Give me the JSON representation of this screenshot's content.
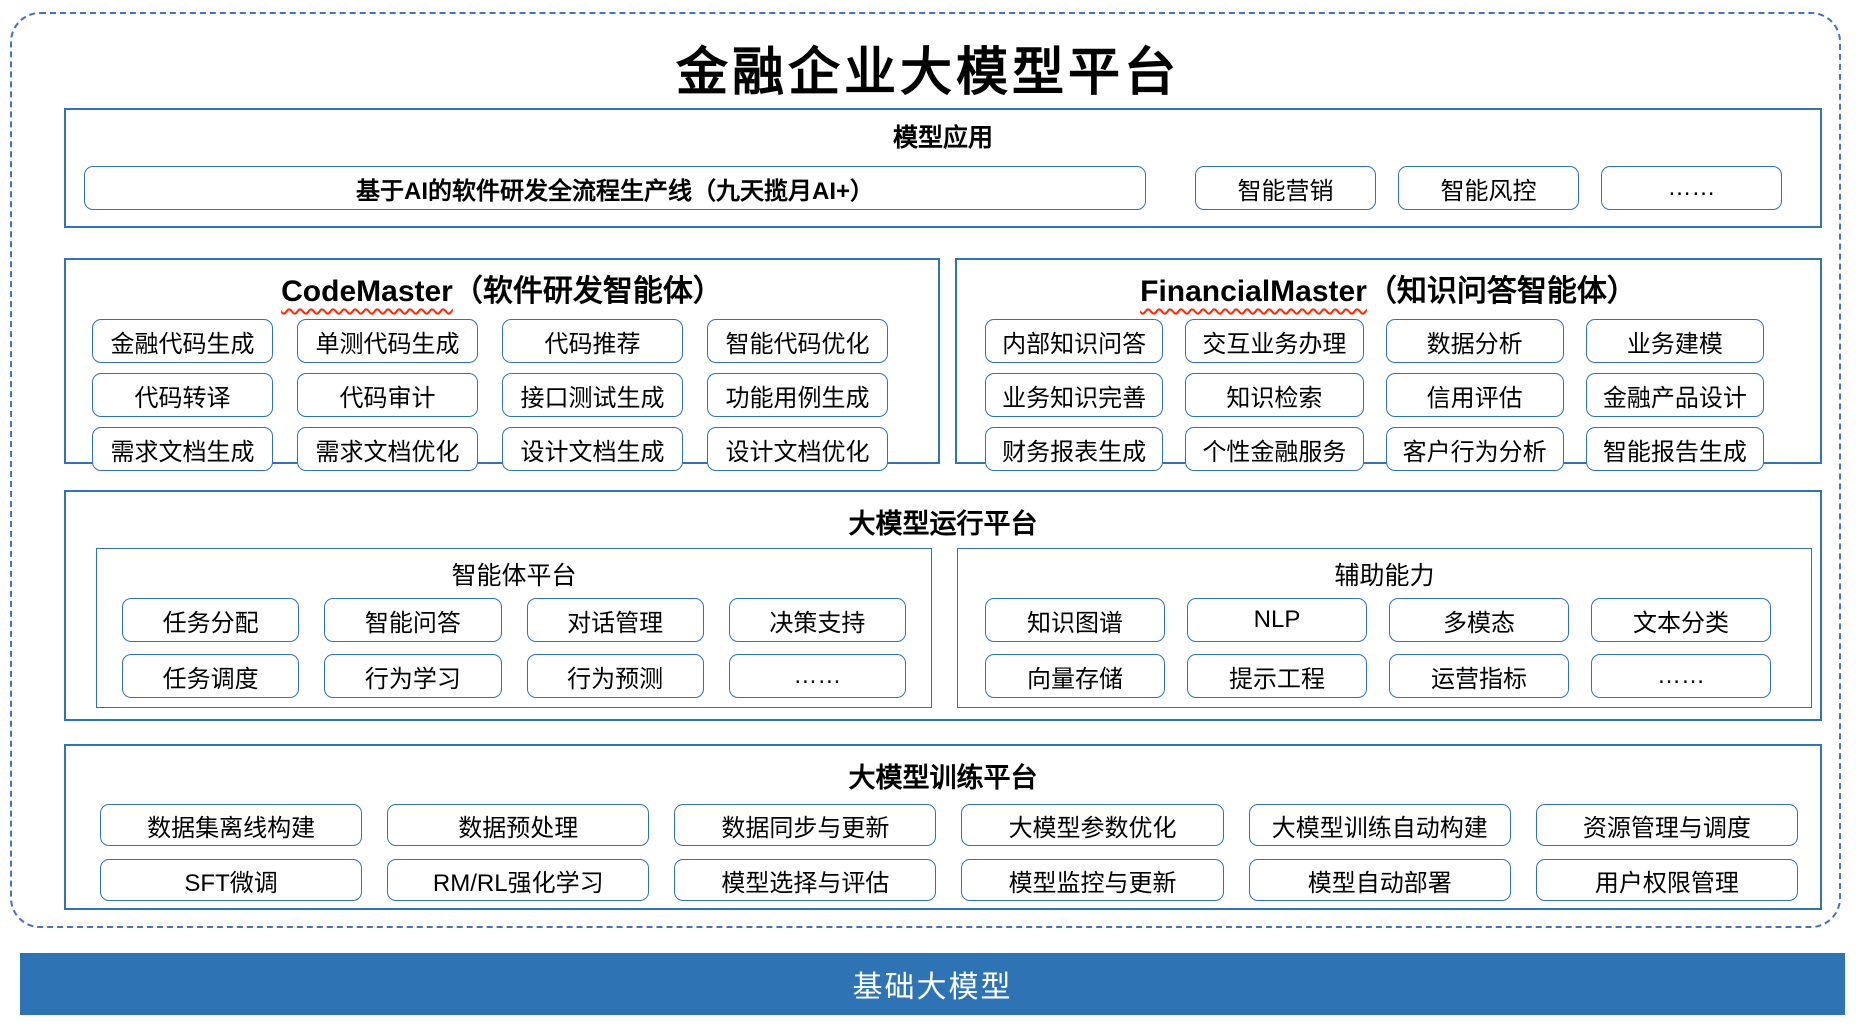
{
  "title": "金融企业大模型平台",
  "colors": {
    "accent": "#2E75B6",
    "dashed_frame": "#4472C4",
    "foundation_bar": "#2E74B5",
    "squiggle": "#FF2A00"
  },
  "model_apps": {
    "header": "模型应用",
    "main_item": "基于AI的软件研发全流程生产线（九天揽月AI+）",
    "items": [
      "智能营销",
      "智能风控",
      "……"
    ]
  },
  "code_master": {
    "header_en": "CodeMaster",
    "header_zh": "（软件研发智能体）",
    "items": [
      "金融代码生成",
      "单测代码生成",
      "代码推荐",
      "智能代码优化",
      "代码转译",
      "代码审计",
      "接口测试生成",
      "功能用例生成",
      "需求文档生成",
      "需求文档优化",
      "设计文档生成",
      "设计文档优化"
    ]
  },
  "financial_master": {
    "header_en": "FinancialMaster",
    "header_zh": "（知识问答智能体）",
    "items": [
      "内部知识问答",
      "交互业务办理",
      "数据分析",
      "业务建模",
      "业务知识完善",
      "知识检索",
      "信用评估",
      "金融产品设计",
      "财务报表生成",
      "个性金融服务",
      "客户行为分析",
      "智能报告生成"
    ]
  },
  "runtime_platform": {
    "header": "大模型运行平台",
    "agent_platform": {
      "header": "智能体平台",
      "items": [
        "任务分配",
        "智能问答",
        "对话管理",
        "决策支持",
        "任务调度",
        "行为学习",
        "行为预测",
        "……"
      ]
    },
    "aux_capabilities": {
      "header": "辅助能力",
      "items": [
        "知识图谱",
        "NLP",
        "多模态",
        "文本分类",
        "向量存储",
        "提示工程",
        "运营指标",
        "……"
      ]
    }
  },
  "training_platform": {
    "header": "大模型训练平台",
    "items": [
      "数据集离线构建",
      "数据预处理",
      "数据同步与更新",
      "大模型参数优化",
      "大模型训练自动构建",
      "资源管理与调度",
      "SFT微调",
      "RM/RL强化学习",
      "模型选择与评估",
      "模型监控与更新",
      "模型自动部署",
      "用户权限管理"
    ]
  },
  "foundation": {
    "label": "基础大模型"
  }
}
